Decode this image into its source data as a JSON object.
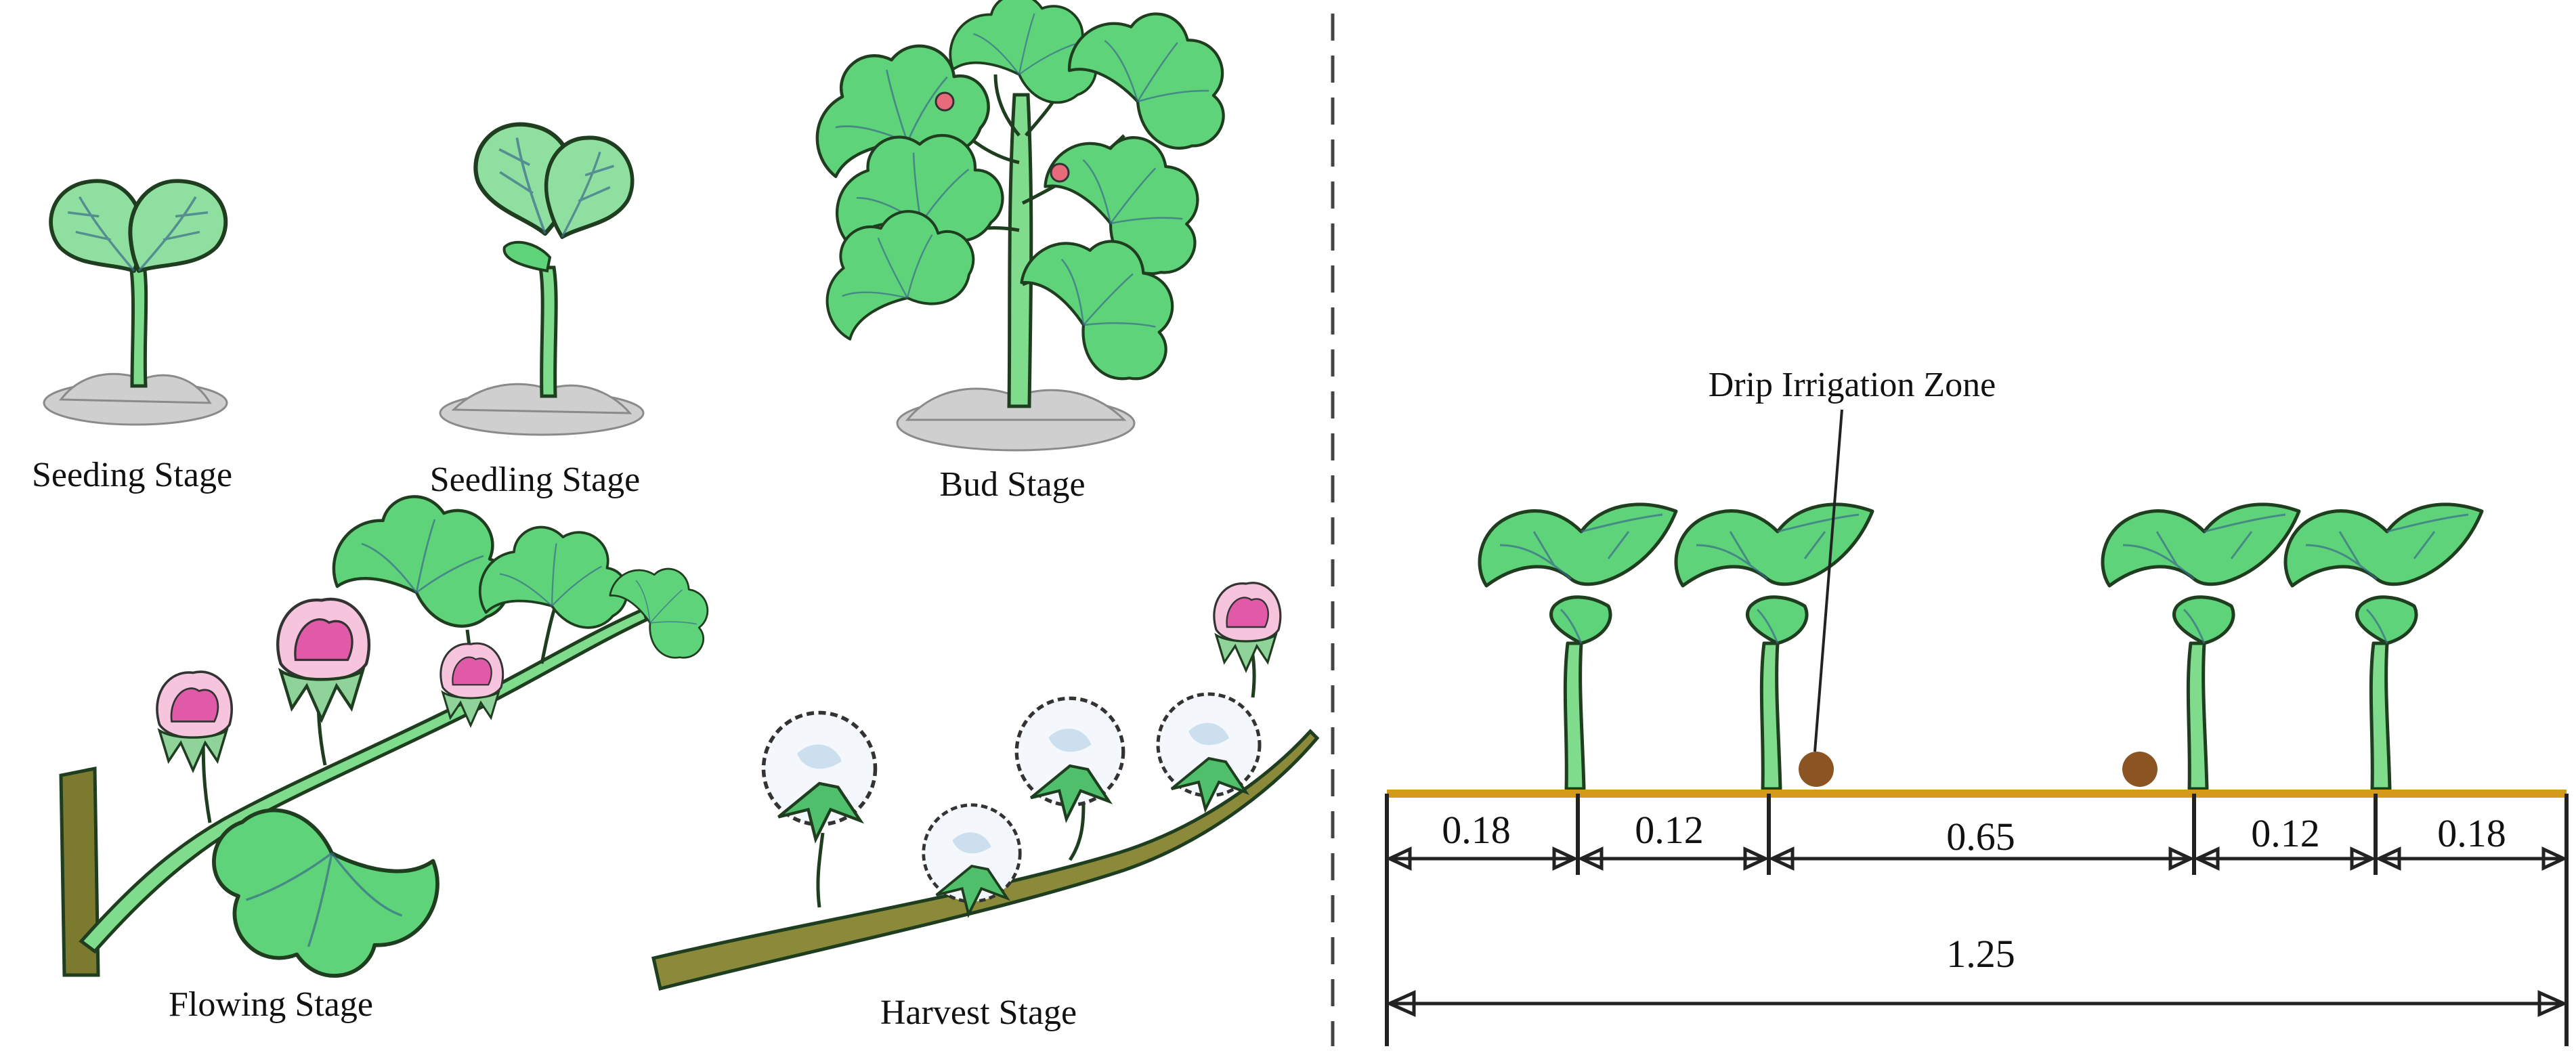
{
  "stages": [
    {
      "id": "seeding",
      "label": "Seeding Stage"
    },
    {
      "id": "seedling",
      "label": "Seedling Stage"
    },
    {
      "id": "bud",
      "label": "Bud Stage"
    },
    {
      "id": "flowing",
      "label": "Flowing Stage"
    },
    {
      "id": "harvest",
      "label": "Harvest  Stage"
    }
  ],
  "layout_panel": {
    "zone_label": "Drip Irrigation Zone",
    "segments": [
      "0.18",
      "0.12",
      "0.65",
      "0.12",
      "0.18"
    ],
    "total": "1.25"
  },
  "colors": {
    "leaf": "#5fd37a",
    "leaf_light": "#9be8a8",
    "stem": "#7fdc8c",
    "ground_line": "#d49a1a",
    "emitter": "#8b5523",
    "flower_pink": "#e05aa8",
    "boll_white": "#f4f7fb",
    "branch": "#7b7a2e"
  }
}
